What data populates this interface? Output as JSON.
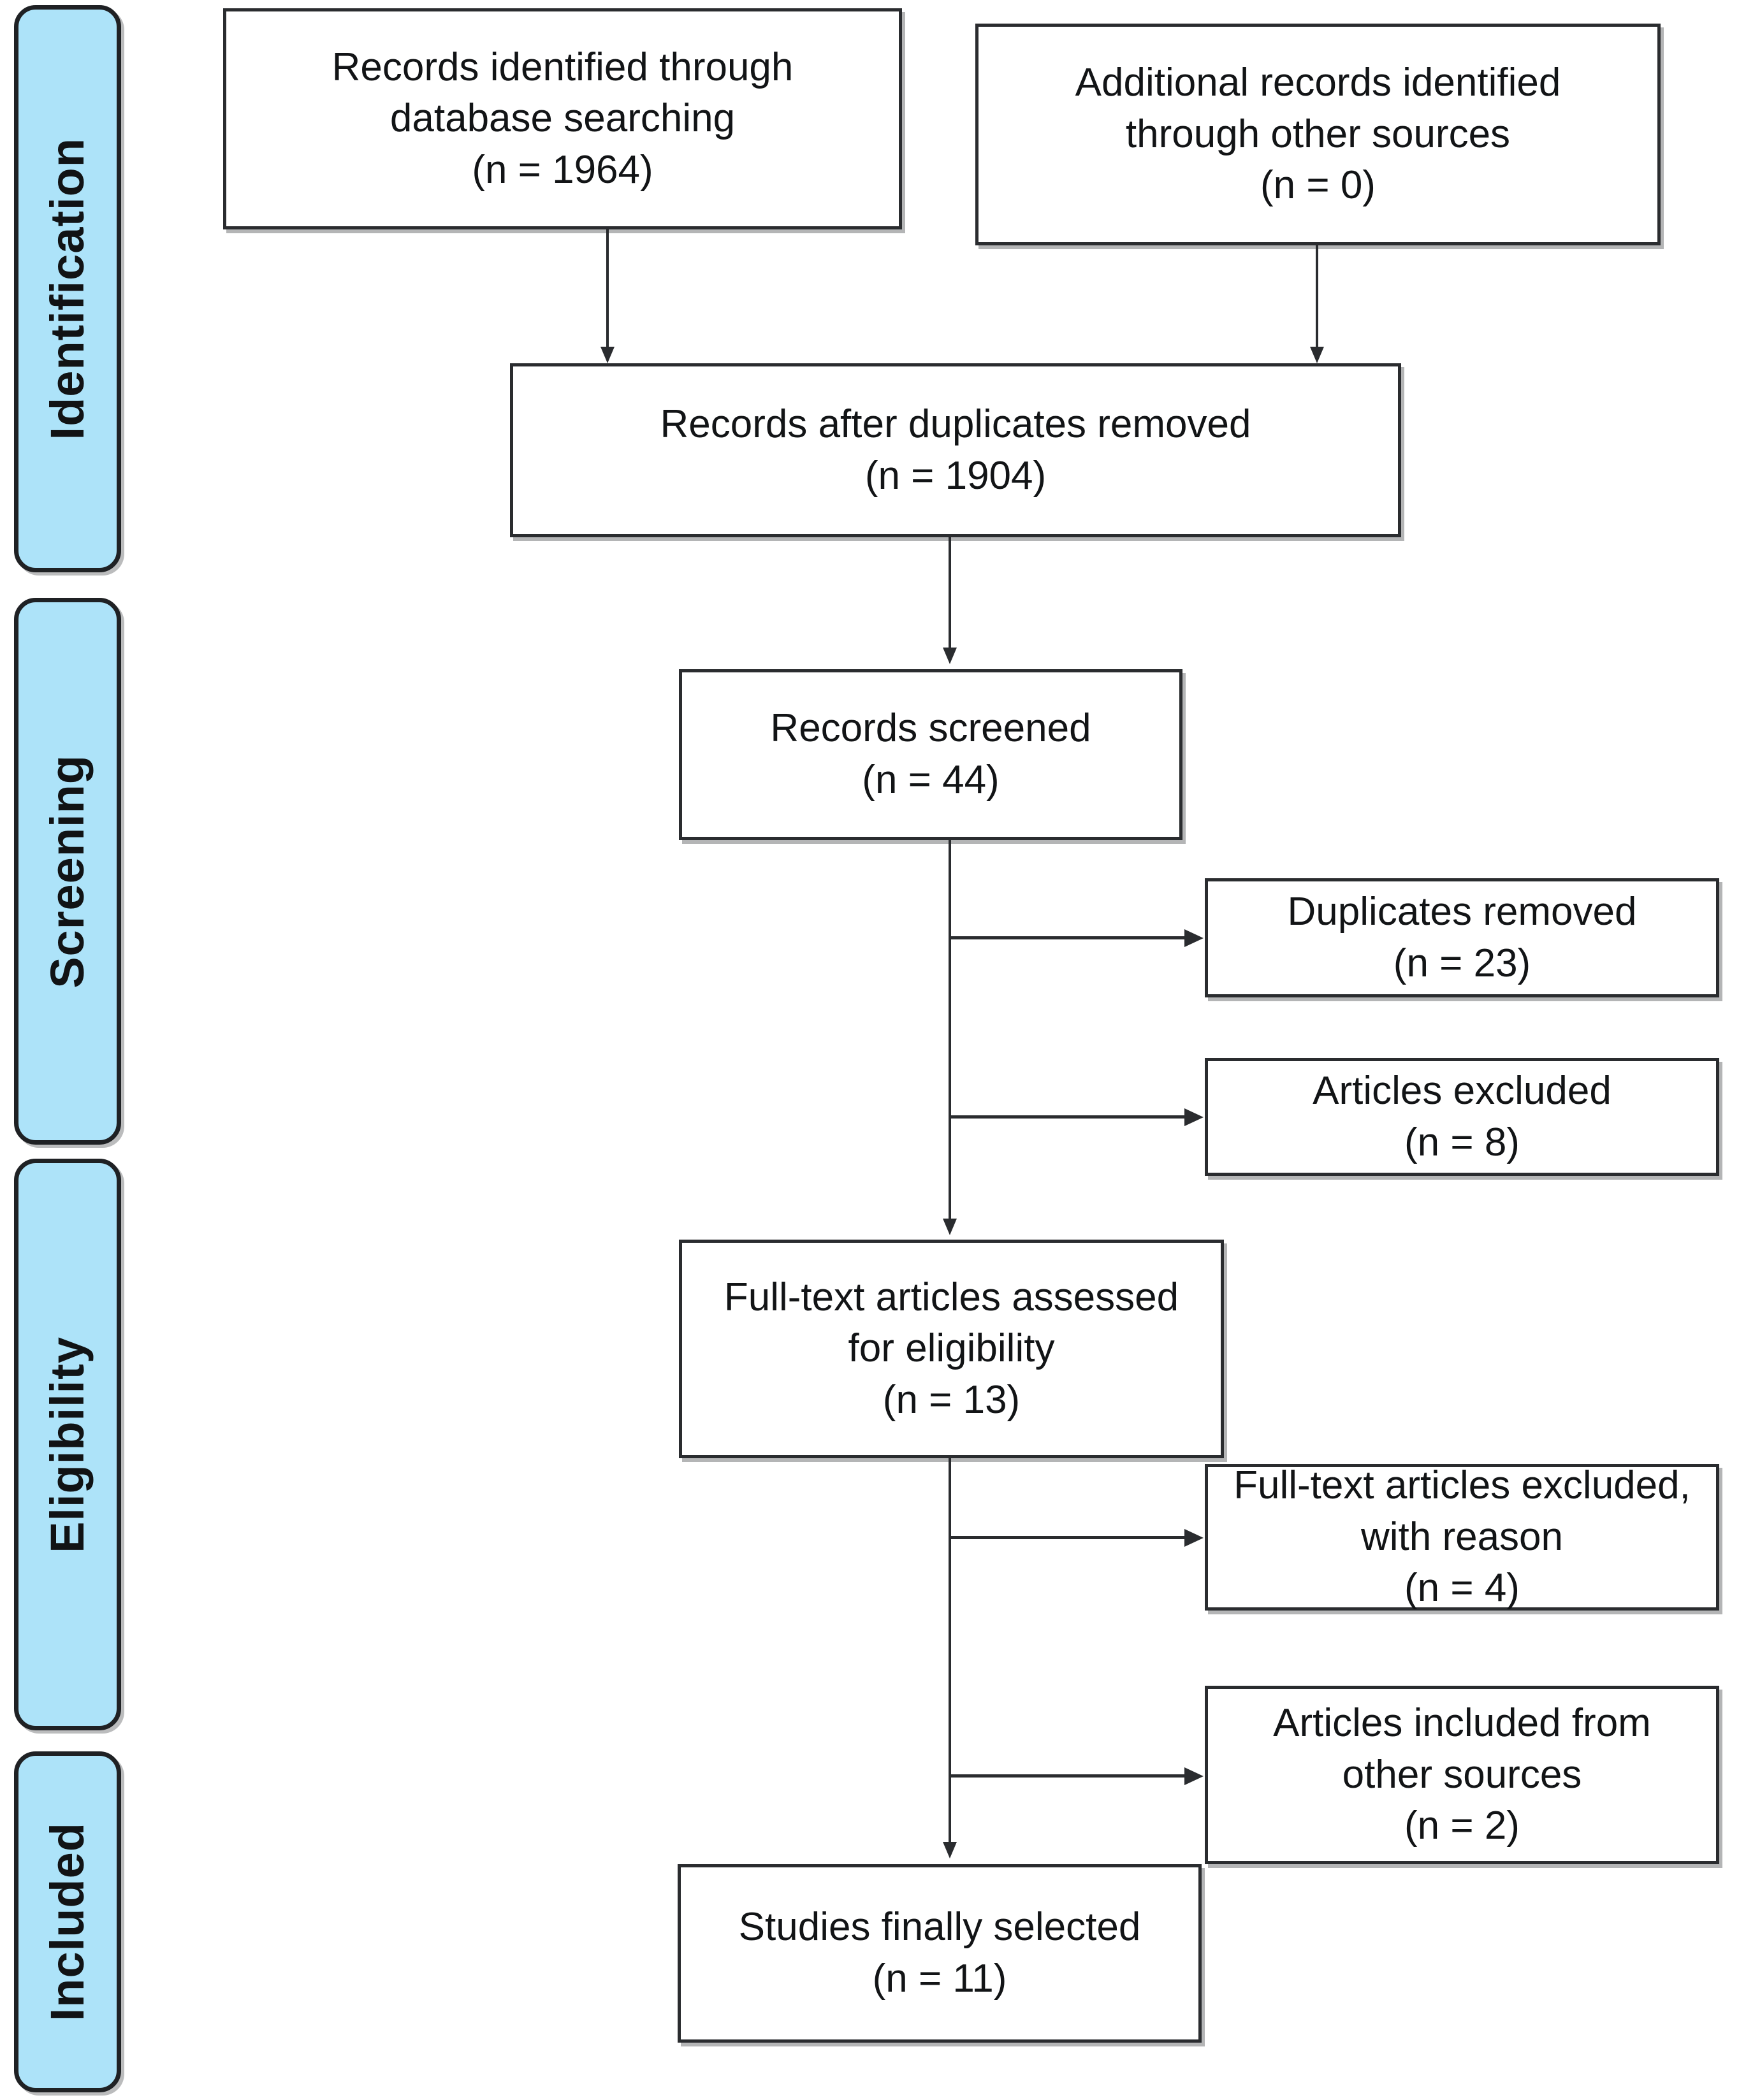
{
  "diagram": {
    "title": "PRISMA flow diagram",
    "type": "flowchart",
    "accent_color": "#ADE3F9",
    "line_color": "#2a2c2f",
    "box_fill": "#ffffff"
  },
  "phases": [
    {
      "label": "Identification"
    },
    {
      "label": "Screening"
    },
    {
      "label": "Eligibility"
    },
    {
      "label": "Included"
    }
  ],
  "nodes": {
    "db_search": {
      "line1": "Records identified through",
      "line2": "database searching",
      "line3": "(n = 1964)"
    },
    "other_sources": {
      "line1": "Additional records identified",
      "line2": "through other sources",
      "line3": "(n = 0)"
    },
    "after_duplicates": {
      "line1": "Records after duplicates removed",
      "line2": "(n = 1904)"
    },
    "records_screened": {
      "line1": "Records screened",
      "line2": "(n =  44)"
    },
    "duplicates_removed": {
      "line1": "Duplicates removed",
      "line2": "(n =  23)"
    },
    "articles_excluded": {
      "line1": "Articles excluded",
      "line2": "(n =  8)"
    },
    "fulltext_assessed": {
      "line1": "Full-text articles assessed",
      "line2": "for eligibility",
      "line3": "(n =  13)"
    },
    "fulltext_excluded": {
      "line1": "Full-text articles excluded,",
      "line2": "with reason",
      "line3": "(n =  4)"
    },
    "included_other": {
      "line1": "Articles included from",
      "line2": "other sources",
      "line3": "(n =  2)"
    },
    "studies_selected": {
      "line1": "Studies finally selected",
      "line2": "(n =  11)"
    }
  },
  "chart_data": {
    "type": "diagram",
    "title": "PRISMA flow diagram",
    "stages": [
      {
        "phase": "Identification",
        "node": "Records identified through database searching",
        "n": 1964
      },
      {
        "phase": "Identification",
        "node": "Additional records identified through other sources",
        "n": 0
      },
      {
        "phase": "Identification",
        "node": "Records after duplicates removed",
        "n": 1904
      },
      {
        "phase": "Screening",
        "node": "Records screened",
        "n": 44
      },
      {
        "phase": "Screening",
        "node": "Duplicates removed",
        "n": 23
      },
      {
        "phase": "Screening",
        "node": "Articles excluded",
        "n": 8
      },
      {
        "phase": "Eligibility",
        "node": "Full-text articles assessed for eligibility",
        "n": 13
      },
      {
        "phase": "Eligibility",
        "node": "Full-text articles excluded, with reason",
        "n": 4
      },
      {
        "phase": "Included",
        "node": "Articles included from other sources",
        "n": 2
      },
      {
        "phase": "Included",
        "node": "Studies finally selected",
        "n": 11
      }
    ],
    "edges": [
      {
        "from": "Records identified through database searching",
        "to": "Records after duplicates removed"
      },
      {
        "from": "Additional records identified through other sources",
        "to": "Records after duplicates removed"
      },
      {
        "from": "Records after duplicates removed",
        "to": "Records screened"
      },
      {
        "from": "Records screened",
        "to": "Duplicates removed"
      },
      {
        "from": "Records screened",
        "to": "Articles excluded"
      },
      {
        "from": "Records screened",
        "to": "Full-text articles assessed for eligibility"
      },
      {
        "from": "Full-text articles assessed for eligibility",
        "to": "Full-text articles excluded, with reason"
      },
      {
        "from": "Full-text articles assessed for eligibility",
        "to": "Articles included from other sources"
      },
      {
        "from": "Full-text articles assessed for eligibility",
        "to": "Studies finally selected"
      }
    ]
  }
}
